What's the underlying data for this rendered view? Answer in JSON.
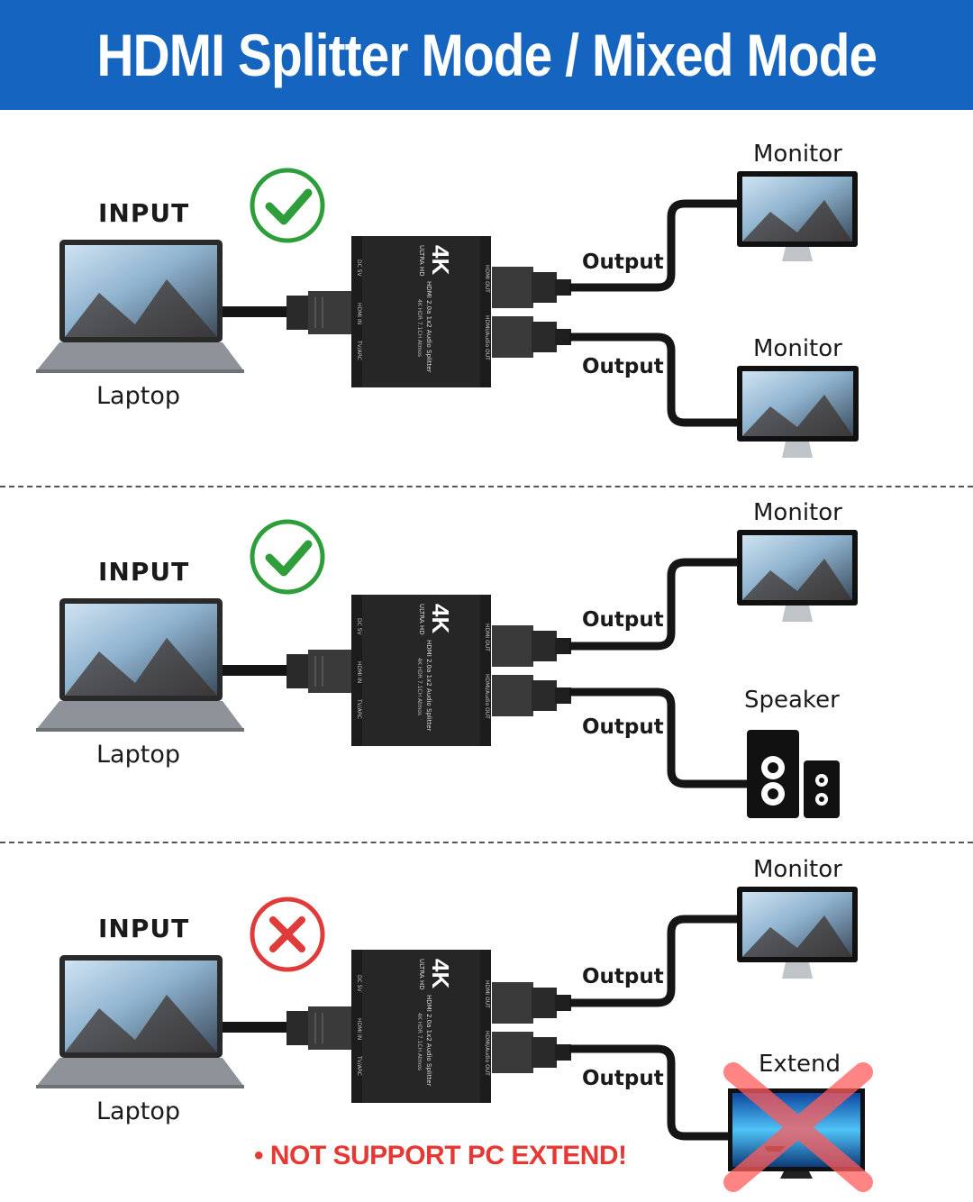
{
  "title": "HDMI Splitter Mode / Mixed Mode",
  "colors": {
    "banner": "#1565c0",
    "check": "#2e9e3a",
    "cross": "#e03b3b",
    "warning": "#e53935"
  },
  "splitter_text": {
    "brand": "4K",
    "badge": "ULTRA HD",
    "model": "HDMI 2.0a 1x2 Audio Splitter",
    "spec": "4K HDR 7.1CH Atmos",
    "port_dc": "DC 5V",
    "port_in": "HDMI IN",
    "port_tv": "TV/ARC",
    "port_out": "HDMI OUT",
    "port_audio": "HDMI/Audio OUT"
  },
  "sections": [
    {
      "status_icon": "check-icon",
      "input_label": "INPUT",
      "laptop_label": "Laptop",
      "output1_label": "Output",
      "output2_label": "Output",
      "device1_label": "Monitor",
      "device2_label": "Monitor",
      "device2_type": "monitor-icon"
    },
    {
      "status_icon": "check-icon",
      "input_label": "INPUT",
      "laptop_label": "Laptop",
      "output1_label": "Output",
      "output2_label": "Output",
      "device1_label": "Monitor",
      "device2_label": "Speaker",
      "device2_type": "speaker-icon"
    },
    {
      "status_icon": "cross-icon",
      "input_label": "INPUT",
      "laptop_label": "Laptop",
      "output1_label": "Output",
      "output2_label": "Output",
      "device1_label": "Monitor",
      "device2_label": "Extend",
      "device2_type": "tv-crossed-icon"
    }
  ],
  "warning": "• NOT SUPPORT PC EXTEND!"
}
